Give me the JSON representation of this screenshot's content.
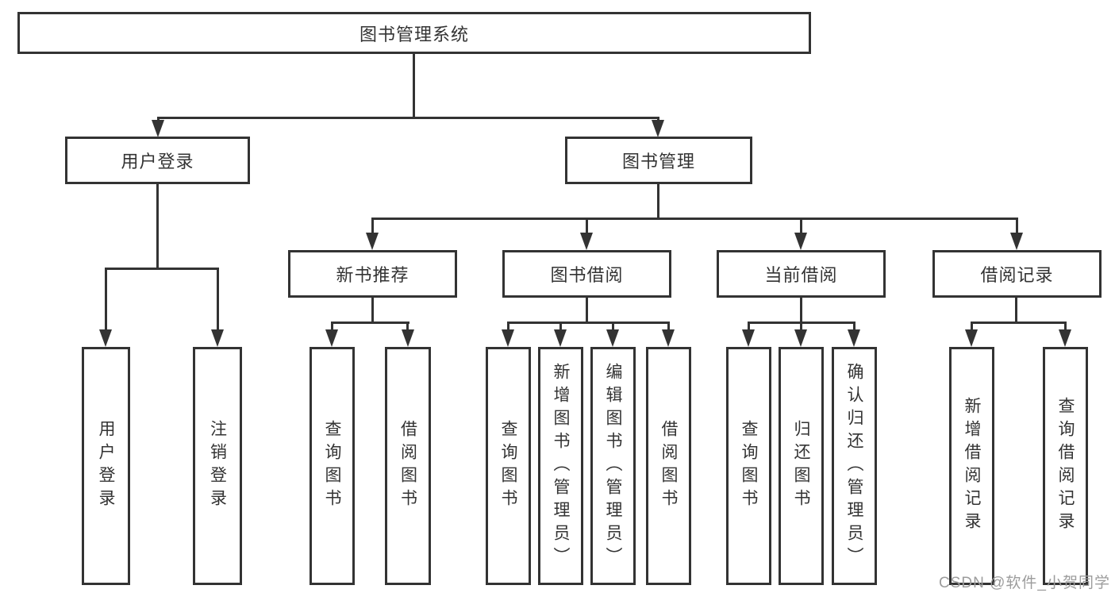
{
  "tree": {
    "label": "图书管理系统",
    "children": [
      {
        "label": "用户登录",
        "children": [
          {
            "label": "用户登录"
          },
          {
            "label": "注销登录"
          }
        ]
      },
      {
        "label": "图书管理",
        "children": [
          {
            "label": "新书推荐",
            "children": [
              {
                "label": "查询图书"
              },
              {
                "label": "借阅图书"
              }
            ]
          },
          {
            "label": "图书借阅",
            "children": [
              {
                "label": "查询图书"
              },
              {
                "label": "新增图书（管理员）"
              },
              {
                "label": "编辑图书（管理员）"
              },
              {
                "label": "借阅图书"
              }
            ]
          },
          {
            "label": "当前借阅",
            "children": [
              {
                "label": "查询图书"
              },
              {
                "label": "归还图书"
              },
              {
                "label": "确认归还（管理员）"
              }
            ]
          },
          {
            "label": "借阅记录",
            "children": [
              {
                "label": "新增借阅记录"
              },
              {
                "label": "查询借阅记录"
              }
            ]
          }
        ]
      }
    ]
  },
  "watermark": {
    "text": "CSDN @软件_小贺同学"
  },
  "colors": {
    "line": "#333333",
    "text": "#333333",
    "background": "#ffffff",
    "watermark": "#9c9c9c"
  }
}
